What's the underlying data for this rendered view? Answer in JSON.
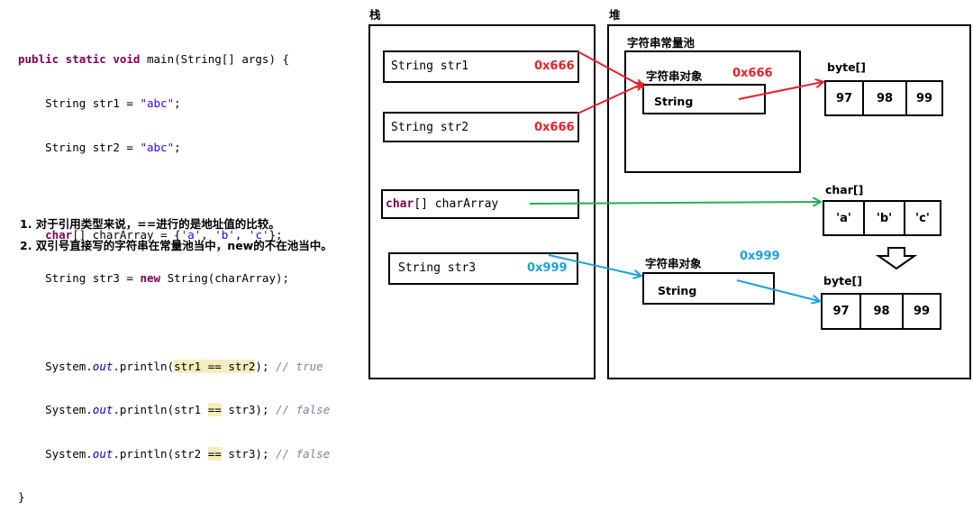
{
  "code": {
    "l1_kw": "public static void",
    "l1_rest": " main(String[] args) {",
    "l2_a": "    String str1 = ",
    "l2_s": "\"abc\"",
    "l2_b": ";",
    "l3_a": "    String str2 = ",
    "l3_s": "\"abc\"",
    "l3_b": ";",
    "l5_kw": "    char",
    "l5_a": "[] charArray = {",
    "l5_s1": "'a'",
    "l5_c1": ", ",
    "l5_s2": "'b'",
    "l5_c2": ", ",
    "l5_s3": "'c'",
    "l5_b": "};",
    "l6_a": "    String str3 = ",
    "l6_kw": "new",
    "l6_b": " String(charArray);",
    "l8_a": "    System.",
    "l8_i": "out",
    "l8_b": ".println(",
    "l8_h": "str1 == str2",
    "l8_c": "); ",
    "l8_cm": "// true",
    "l9_a": "    System.",
    "l9_i": "out",
    "l9_b": ".println(str1 ",
    "l9_h": "==",
    "l9_c": " str3); ",
    "l9_cm": "// false",
    "l10_a": "    System.",
    "l10_i": "out",
    "l10_b": ".println(str2 ",
    "l10_h": "==",
    "l10_c": " str3); ",
    "l10_cm": "// false",
    "l11": "}"
  },
  "notes": [
    "1. 对于引用类型来说，==进行的是地址值的比较。",
    "2. 双引号直接写的字符串在常量池当中，new的不在池当中。"
  ],
  "stack": {
    "title": "栈",
    "str1": "String str1",
    "str1_addr": "0x666",
    "str2": "String str2",
    "str2_addr": "0x666",
    "chararray_kw": "char",
    "chararray_rest": "[] charArray",
    "str3": "String str3",
    "str3_addr": "0x999"
  },
  "heap": {
    "title": "堆",
    "pool_title": "字符串常量池",
    "pool_obj_label": "字符串对象",
    "pool_obj_addr": "0x666",
    "pool_obj_inner": "String",
    "byte1_label": "byte[]",
    "byte1": [
      "97",
      "98",
      "99"
    ],
    "char_label": "char[]",
    "chars": [
      "'a'",
      "'b'",
      "'c'"
    ],
    "obj2_label": "字符串对象",
    "obj2_addr": "0x999",
    "obj2_inner": "String",
    "byte2_label": "byte[]",
    "byte2": [
      "97",
      "98",
      "99"
    ]
  },
  "colors": {
    "red": "#e8202a",
    "green": "#22b14c",
    "blue": "#1aa3d8"
  }
}
